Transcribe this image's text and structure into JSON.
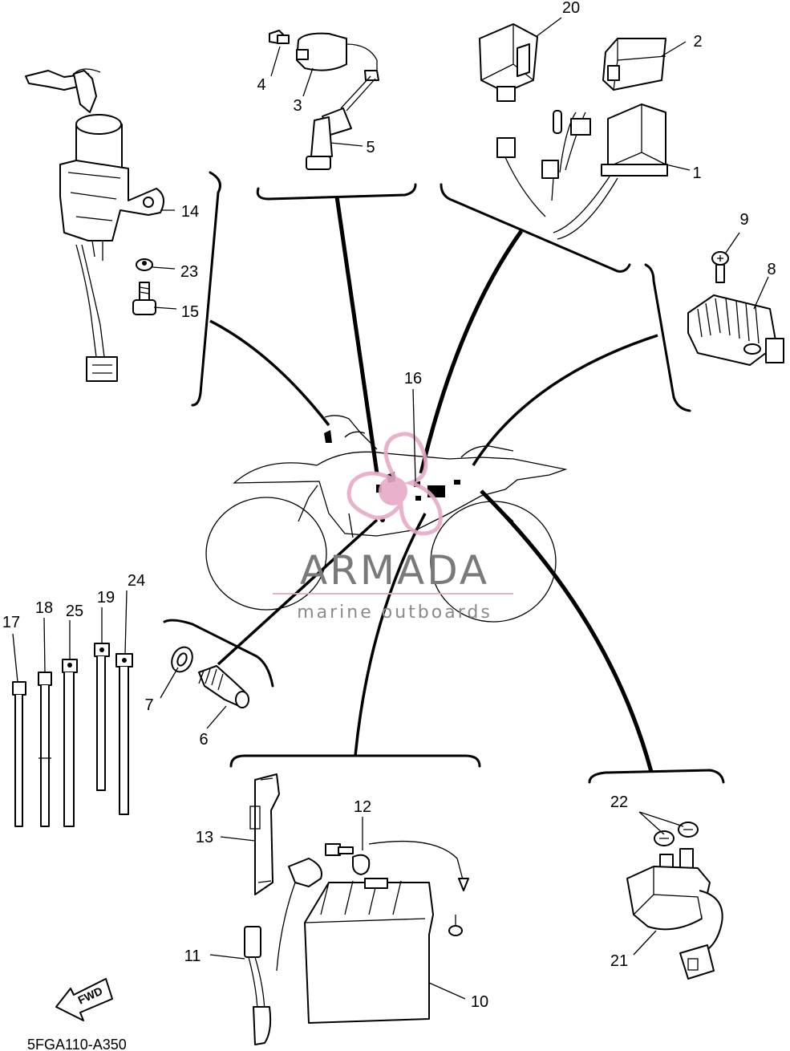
{
  "diagram": {
    "code": "5FGA110-A350",
    "callouts": [
      {
        "id": "1",
        "text": "1"
      },
      {
        "id": "2",
        "text": "2"
      },
      {
        "id": "3",
        "text": "3"
      },
      {
        "id": "4",
        "text": "4"
      },
      {
        "id": "5",
        "text": "5"
      },
      {
        "id": "6",
        "text": "6"
      },
      {
        "id": "7",
        "text": "7"
      },
      {
        "id": "8",
        "text": "8"
      },
      {
        "id": "9",
        "text": "9"
      },
      {
        "id": "10",
        "text": "10"
      },
      {
        "id": "11",
        "text": "11"
      },
      {
        "id": "12",
        "text": "12"
      },
      {
        "id": "13",
        "text": "13"
      },
      {
        "id": "14",
        "text": "14"
      },
      {
        "id": "15",
        "text": "15"
      },
      {
        "id": "16",
        "text": "16"
      },
      {
        "id": "17",
        "text": "17"
      },
      {
        "id": "18",
        "text": "18"
      },
      {
        "id": "19",
        "text": "19"
      },
      {
        "id": "20",
        "text": "20"
      },
      {
        "id": "21",
        "text": "21"
      },
      {
        "id": "22",
        "text": "22"
      },
      {
        "id": "23",
        "text": "23"
      },
      {
        "id": "24",
        "text": "24"
      },
      {
        "id": "25",
        "text": "25"
      }
    ],
    "fwd_label": "FWD"
  },
  "watermark": {
    "name": "ARMADA",
    "tagline": "marine outboards",
    "color": "#e8a9c8",
    "text_color": "#7a7a7a"
  }
}
